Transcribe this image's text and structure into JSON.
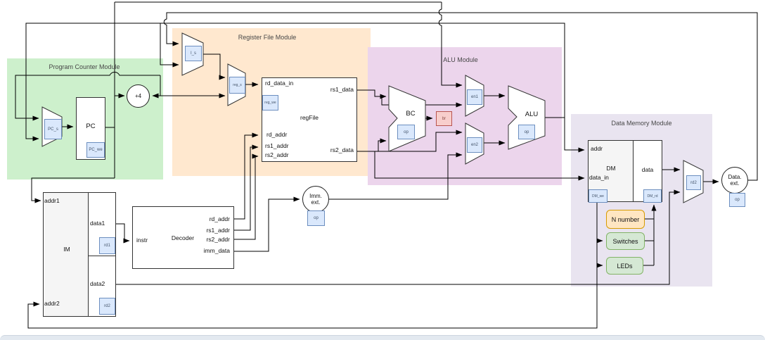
{
  "modules": {
    "pc": "Program Counter Module",
    "regfile": "Register File Module",
    "alu": "ALU Module",
    "dm": "Data Memory Module"
  },
  "blocks": {
    "pc": "PC",
    "plus4": "+4",
    "regfile": "regFile",
    "decoder": "Decoder",
    "im": "IM",
    "dm": "DM",
    "dm_data": "data",
    "bc": "BC",
    "alu": "ALU",
    "imm_ext": [
      "Imm.",
      "ext."
    ],
    "data_ext": [
      "Data.",
      "ext."
    ]
  },
  "signals": {
    "pc_s": "PC_s",
    "pc_we": "PC_we",
    "i_s": "I_s",
    "reg_s": "reg_s",
    "reg_we": "reg_we",
    "rd1": "rd1",
    "rd2": "rd2",
    "en1": "en1",
    "en2": "en2",
    "op": "op",
    "dm_we": "DM_we",
    "dm_rd": "DM_rd",
    "rd2_mux": "rd2",
    "br": "br"
  },
  "ports": {
    "regfile": {
      "rd_data_in": "rd_data_in",
      "rd_addr": "rd_addr",
      "rs1_addr": "rs1_addr",
      "rs2_addr": "rs2_addr",
      "rs1_data": "rs1_data",
      "rs2_data": "rs2_data"
    },
    "decoder": {
      "instr": "instr",
      "rd_addr": "rd_addr",
      "rs1_addr": "rs1_addr",
      "rs2_addr": "rs2_addr",
      "imm_data": "imm_data"
    },
    "im": {
      "addr1": "addr1",
      "addr2": "addr2",
      "data1": "data1",
      "data2": "data2"
    },
    "dm": {
      "addr": "addr",
      "data_in": "data_in"
    }
  },
  "peripherals": {
    "n_number": "N number",
    "switches": "Switches",
    "leds": "LEDs"
  },
  "colors": {
    "pc_module_bg": "#cdf0cc",
    "regfile_module_bg": "#ffe8cf",
    "alu_module_bg": "#ecd5ec",
    "dm_module_bg": "#e9e4f0",
    "signal_box_fill": "#dae8fc",
    "signal_box_border": "#6c8ebf",
    "flag_box_fill": "#f8cecc",
    "flag_box_border": "#b85450",
    "n_number_fill": "#ffe6c2",
    "n_number_border": "#d79b00",
    "peripheral_fill": "#d5e8d4",
    "peripheral_border": "#82b366",
    "memory_fill": "#f5f5f5",
    "wire": "#000000"
  }
}
